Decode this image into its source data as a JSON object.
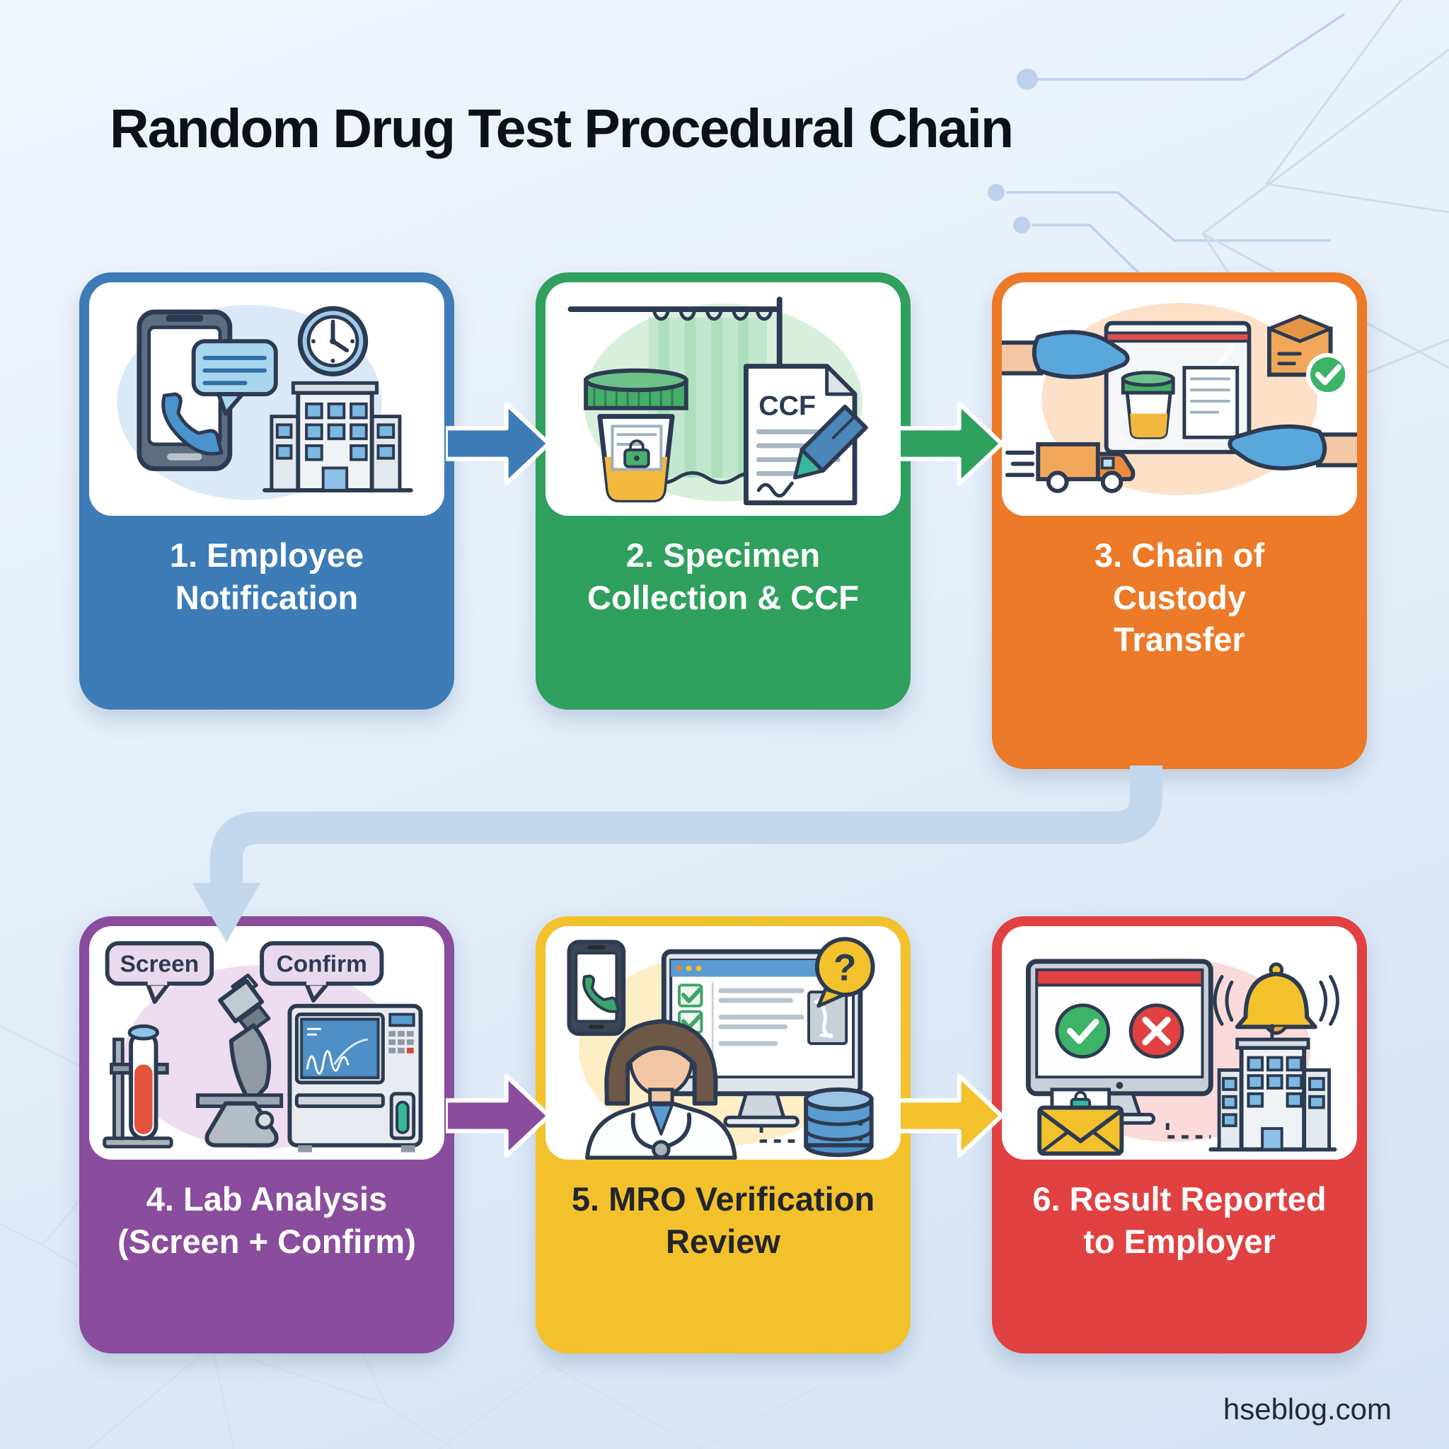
{
  "page": {
    "title": "Random Drug Test Procedural Chain",
    "watermark": "hseblog.com",
    "background_top": "#f1f6fc",
    "background_bottom": "#d3e2f3",
    "outline_color": "#2c3b52",
    "connector_color": "#c3d8ec"
  },
  "steps": [
    {
      "number": "1",
      "label": "1. Employee Notification",
      "lines": [
        "1. Employee",
        "Notification"
      ],
      "accent": "#3d7cb7",
      "tint": "#d9e9f8",
      "label_color": "#ffffff",
      "icons": [
        "smartphone-icon",
        "phone-call-icon",
        "chat-bubble-icon",
        "clock-icon",
        "office-building-icon"
      ]
    },
    {
      "number": "2",
      "label": "2. Specimen Collection & CCF",
      "lines": [
        "2. Specimen",
        "Collection & CCF"
      ],
      "accent": "#2fa05e",
      "tint": "#d9efdd",
      "label_color": "#ffffff",
      "form_label": "CCF",
      "icons": [
        "privacy-curtain-icon",
        "specimen-cup-icon",
        "lock-icon",
        "ccf-form-icon",
        "pen-icon"
      ]
    },
    {
      "number": "3",
      "label": "3. Chain of Custody Transfer",
      "lines": [
        "3. Chain of",
        "Custody",
        "Transfer"
      ],
      "accent": "#ec7a28",
      "tint": "#fce1c8",
      "label_color": "#ffffff",
      "icons": [
        "gloved-hands-icon",
        "sealed-specimen-bag-icon",
        "specimen-cup-icon",
        "custody-document-icon",
        "package-box-icon",
        "check-badge-icon",
        "delivery-truck-icon"
      ]
    },
    {
      "number": "4",
      "label": "4. Lab Analysis (Screen + Confirm)",
      "lines": [
        "4. Lab Analysis",
        "(Screen + Confirm)"
      ],
      "accent": "#8a4d9d",
      "tint": "#eedcf0",
      "label_color": "#ffffff",
      "bubbles": [
        "Screen",
        "Confirm"
      ],
      "icons": [
        "speech-bubble-icon",
        "test-tube-icon",
        "microscope-icon",
        "analyzer-machine-icon"
      ]
    },
    {
      "number": "5",
      "label": "5. MRO Verification Review",
      "lines": [
        "5. MRO Verification",
        "Review"
      ],
      "accent": "#f2c12c",
      "tint": "#fdeec6",
      "label_color": "#23252d",
      "question_mark": "?",
      "icons": [
        "phone-call-icon",
        "doctor-icon",
        "review-monitor-icon",
        "question-bubble-icon",
        "database-icon"
      ]
    },
    {
      "number": "6",
      "label": "6. Result Reported to Employer",
      "lines": [
        "6. Result Reported",
        "to Employer"
      ],
      "accent": "#e14141",
      "tint": "#fadada",
      "label_color": "#ffffff",
      "icons": [
        "result-monitor-icon",
        "check-circle-icon",
        "cross-circle-icon",
        "alert-bell-icon",
        "secure-envelope-icon",
        "employer-building-icon"
      ]
    }
  ]
}
